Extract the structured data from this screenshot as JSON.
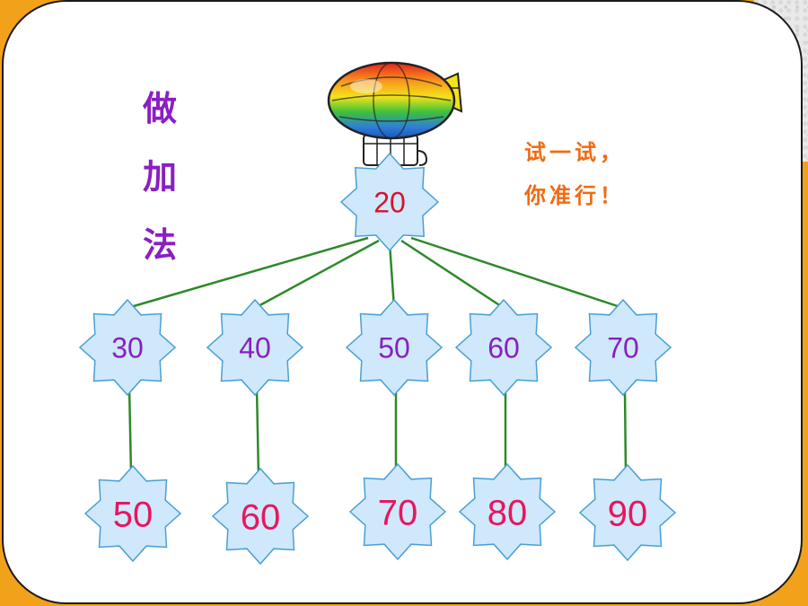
{
  "side_title": [
    "做",
    "加",
    "法"
  ],
  "try_text": [
    "试一试，",
    "你准行！"
  ],
  "root": "20",
  "middle": [
    "30",
    "40",
    "50",
    "60",
    "70"
  ],
  "bottom": [
    "50",
    "60",
    "70",
    "80",
    "90"
  ],
  "colors": {
    "star_fill": "#cfe8fb",
    "star_stroke": "#4a9fd6",
    "line": "#2c8a28",
    "root_text": "#d8122e",
    "middle_text": "#8a1fc4",
    "bottom_text": "#e8155f",
    "title_text": "#8a1fc4",
    "try_text": "#f06a12"
  },
  "blimp_icon": "airship-icon"
}
